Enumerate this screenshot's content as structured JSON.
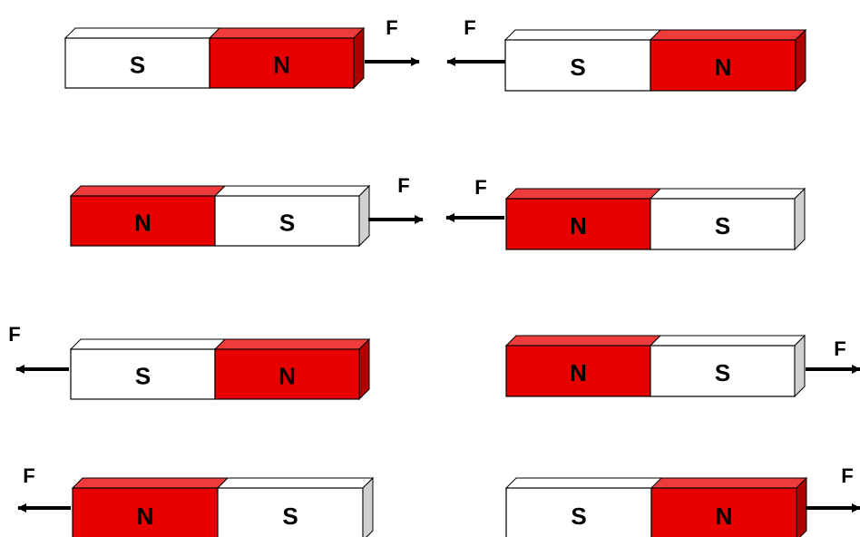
{
  "colors": {
    "north": "#e60000",
    "north_top": "#ee3b3b",
    "north_side": "#b00000",
    "south": "#ffffff",
    "south_side": "#d0d0d0",
    "outline": "#000000",
    "arrow": "#000000"
  },
  "force_label": "F",
  "rows": [
    {
      "left_magnet": {
        "first_pole": "S",
        "second_pole": "N"
      },
      "left_force": {
        "label": "F",
        "direction": "right"
      },
      "right_force": {
        "label": "F",
        "direction": "left"
      },
      "right_magnet": {
        "first_pole": "S",
        "second_pole": "N"
      }
    },
    {
      "left_magnet": {
        "first_pole": "N",
        "second_pole": "S"
      },
      "left_force": {
        "label": "F",
        "direction": "right"
      },
      "right_force": {
        "label": "F",
        "direction": "left"
      },
      "right_magnet": {
        "first_pole": "N",
        "second_pole": "S"
      }
    },
    {
      "left_force": {
        "label": "F",
        "direction": "left"
      },
      "left_magnet": {
        "first_pole": "S",
        "second_pole": "N"
      },
      "right_magnet": {
        "first_pole": "N",
        "second_pole": "S"
      },
      "right_force": {
        "label": "F",
        "direction": "right"
      }
    },
    {
      "left_force": {
        "label": "F",
        "direction": "left"
      },
      "left_magnet": {
        "first_pole": "N",
        "second_pole": "S"
      },
      "right_magnet": {
        "first_pole": "S",
        "second_pole": "N"
      },
      "right_force": {
        "label": "F",
        "direction": "right"
      }
    }
  ]
}
